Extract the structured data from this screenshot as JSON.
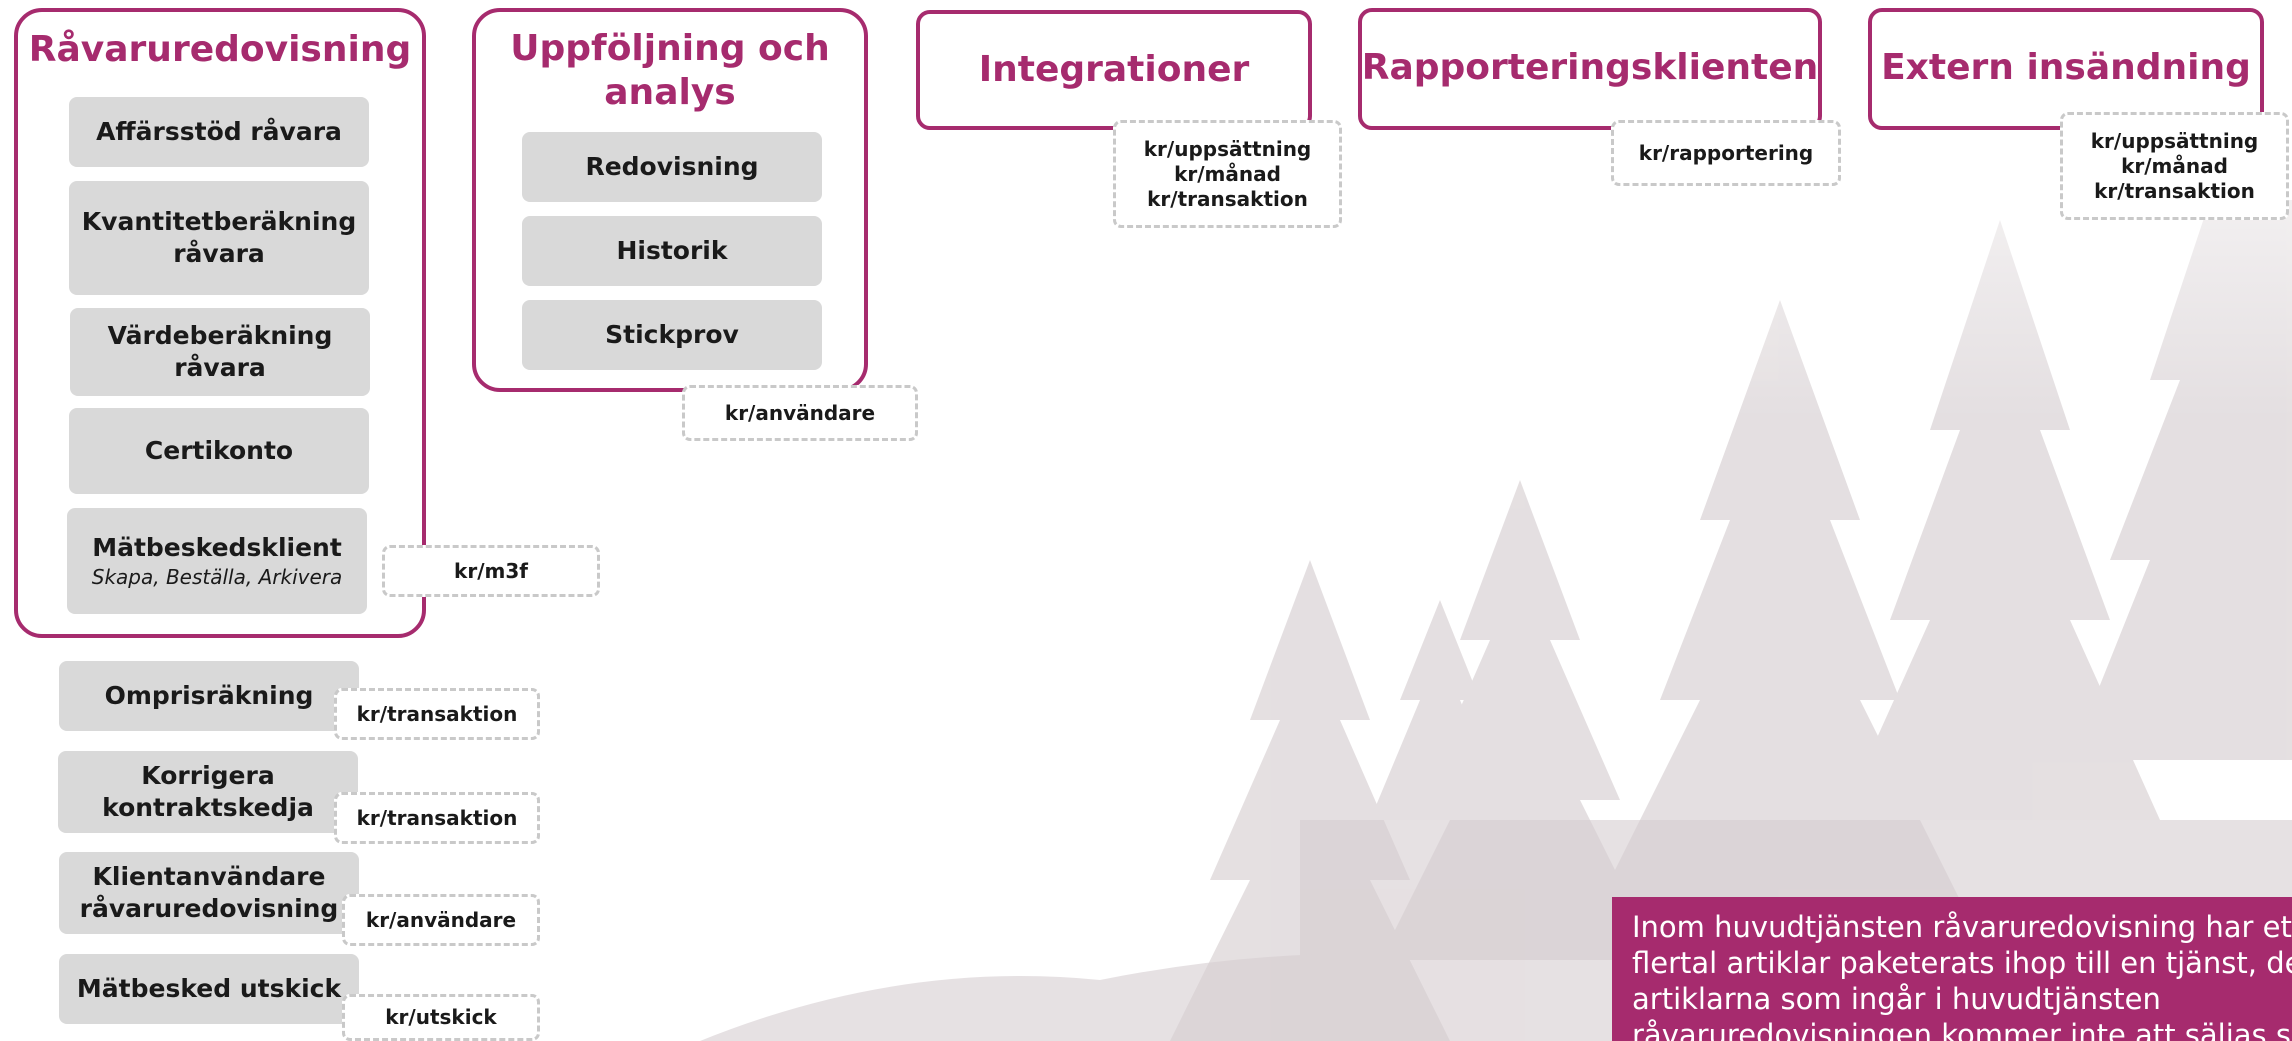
{
  "colors": {
    "accent": "#a62b6e",
    "item_bg": "#d9d9d9",
    "price_border": "#c9c9c9"
  },
  "groups": {
    "ravaru": {
      "title": "Råvaruredovisning",
      "items": [
        "Affärsstöd råvara",
        "Kvantitetberäkning råvara",
        "Värdeberäkning råvara",
        "Certikonto"
      ],
      "client": {
        "title": "Mätbeskedsklient",
        "subtitle": "Skapa, Beställa, Arkivera"
      },
      "price": "kr/m3f"
    },
    "uppfoljning": {
      "title": "Uppföljning och analys",
      "items": [
        "Redovisning",
        "Historik",
        "Stickprov"
      ],
      "price": "kr/användare"
    },
    "integrationer": {
      "title": "Integrationer",
      "price": [
        "kr/uppsättning",
        "kr/månad",
        "kr/transaktion"
      ]
    },
    "rapportering": {
      "title": "Rapporteringsklienten",
      "price": "kr/rapportering"
    },
    "extern": {
      "title": "Extern insändning",
      "price": [
        "kr/uppsättning",
        "kr/månad",
        "kr/transaktion"
      ]
    }
  },
  "extras": [
    {
      "label": "Omprisräkning",
      "price": "kr/transaktion"
    },
    {
      "label": "Korrigera kontraktskedja",
      "price": "kr/transaktion"
    },
    {
      "label": "Klientanvändare råvaruredovisning",
      "price": "kr/användare"
    },
    {
      "label": "Mätbesked utskick",
      "price": "kr/utskick"
    }
  ],
  "note": {
    "lines": [
      "Inom huvudtjänsten råvaruredovisning har ett",
      "flertal artiklar paketerats ihop till en tjänst, de",
      "artiklarna som ingår i huvudtjänsten",
      "råvaruredovisningen kommer inte att säljas separat"
    ]
  }
}
